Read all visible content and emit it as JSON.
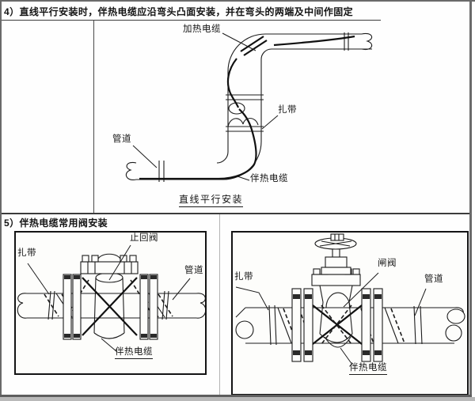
{
  "page": {
    "section4": {
      "heading": "4）直线平行安装时，伴热电缆应沿弯头凸面安装，并在弯头的两端及中间作固定",
      "figure": {
        "label_heating_cable": "加热电缆",
        "label_tie": "扎带",
        "label_pipe": "管道",
        "label_trace_cable": "伴热电缆",
        "caption": "直线平行安装"
      }
    },
    "section5": {
      "heading": "5）伴热电缆常用阀安装",
      "figure_check_valve": {
        "label_tie": "扎带",
        "label_check_valve": "止回阀",
        "label_pipe": "管道",
        "label_trace_cable": "伴热电缆"
      },
      "figure_gate_valve": {
        "label_tie": "扎带",
        "label_gate_valve": "闸阀",
        "label_pipe": "管道",
        "label_trace_cable": "伴热电缆"
      }
    },
    "colors": {
      "line": "#1c1c1c",
      "outer_border": "#6a6a6a",
      "box_border": "#141414",
      "cell_divider": "#b3b3b3"
    }
  }
}
